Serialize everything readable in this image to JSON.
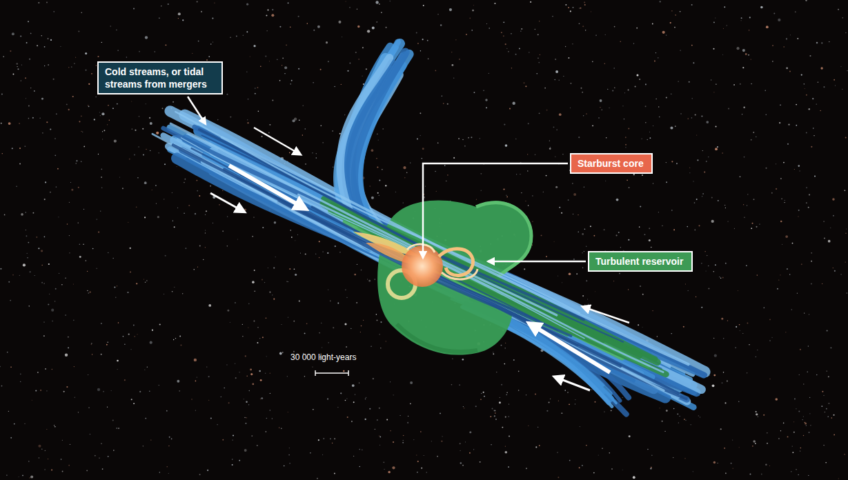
{
  "diagram": {
    "nodes": [
      {
        "text": [
          "Cold streams, or tidal streams from mergers"
        ]
      },
      {
        "text": [
          "Starburst core"
        ]
      },
      {
        "text": [
          "Turbulent reservoir"
        ]
      }
    ],
    "labels": [
      "30 000 light-years"
    ]
  }
}
